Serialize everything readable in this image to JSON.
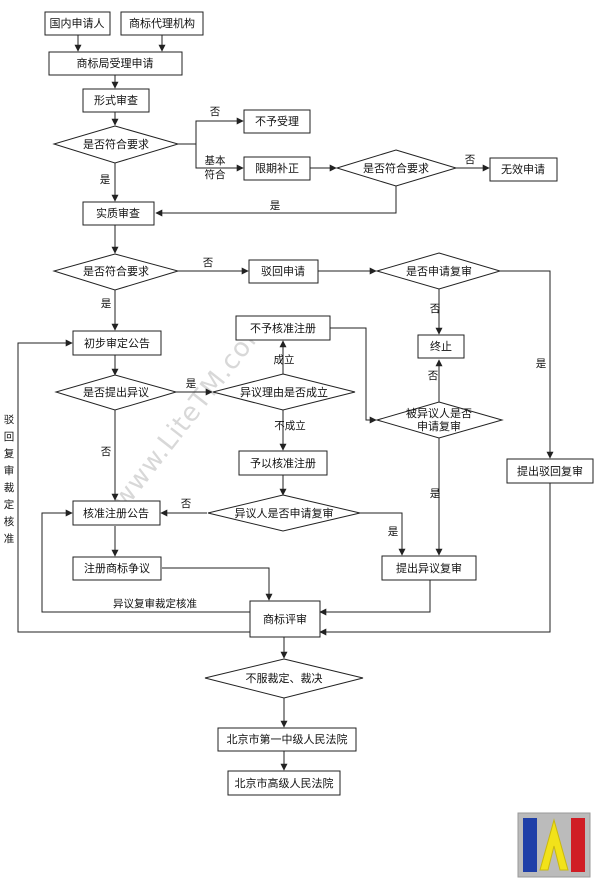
{
  "nodes": {
    "domestic_applicant": "国内申请人",
    "trademark_agency": "商标代理机构",
    "office_accepts": "商标局受理申请",
    "formal_exam": "形式审查",
    "requirement_check_1": "是否符合要求",
    "not_accepted": "不予受理",
    "correct_within_deadline": "限期补正",
    "requirement_check_2": "是否符合要求",
    "invalid_application": "无效申请",
    "substantive_exam": "实质审查",
    "requirement_check_3": "是否符合要求",
    "reject_application": "驳回申请",
    "apply_review_check": "是否申请复审",
    "not_approved_registration": "不予核准注册",
    "terminate": "终止",
    "preliminary_announcement": "初步审定公告",
    "opposition_filed_check": "是否提出异议",
    "opposition_reason_check": "异议理由是否成立",
    "opposed_party_review_check": "被异议人是否申请复审",
    "approve_registration": "予以核准注册",
    "file_rejection_review": "提出驳回复审",
    "approval_announcement": "核准注册公告",
    "opponent_review_check": "异议人是否申请复审",
    "registered_mark_dispute": "注册商标争议",
    "file_opposition_review": "提出异议复审",
    "review_board": "商标评审",
    "disagree_ruling": "不服裁定、裁决",
    "first_intermediate_court": "北京市第一中级人民法院",
    "high_court": "北京市高级人民法院"
  },
  "labels": {
    "yes": "是",
    "no": "否",
    "basically_conforms": [
      "基本",
      "符合"
    ],
    "established": "成立",
    "not_established": "不成立",
    "opposition_review_ruling_approved": "异议复审裁定核准",
    "rejection_review_ruling_approved": [
      "驳",
      "回",
      "复",
      "审",
      "裁",
      "定",
      "核",
      "准"
    ]
  },
  "watermark": "www.LiteTM.com",
  "colors": {
    "logo_blue": "#1f3fa8",
    "logo_red": "#d01d25",
    "logo_yellow": "#f2e21a",
    "logo_gray": "#bbbbbb"
  }
}
